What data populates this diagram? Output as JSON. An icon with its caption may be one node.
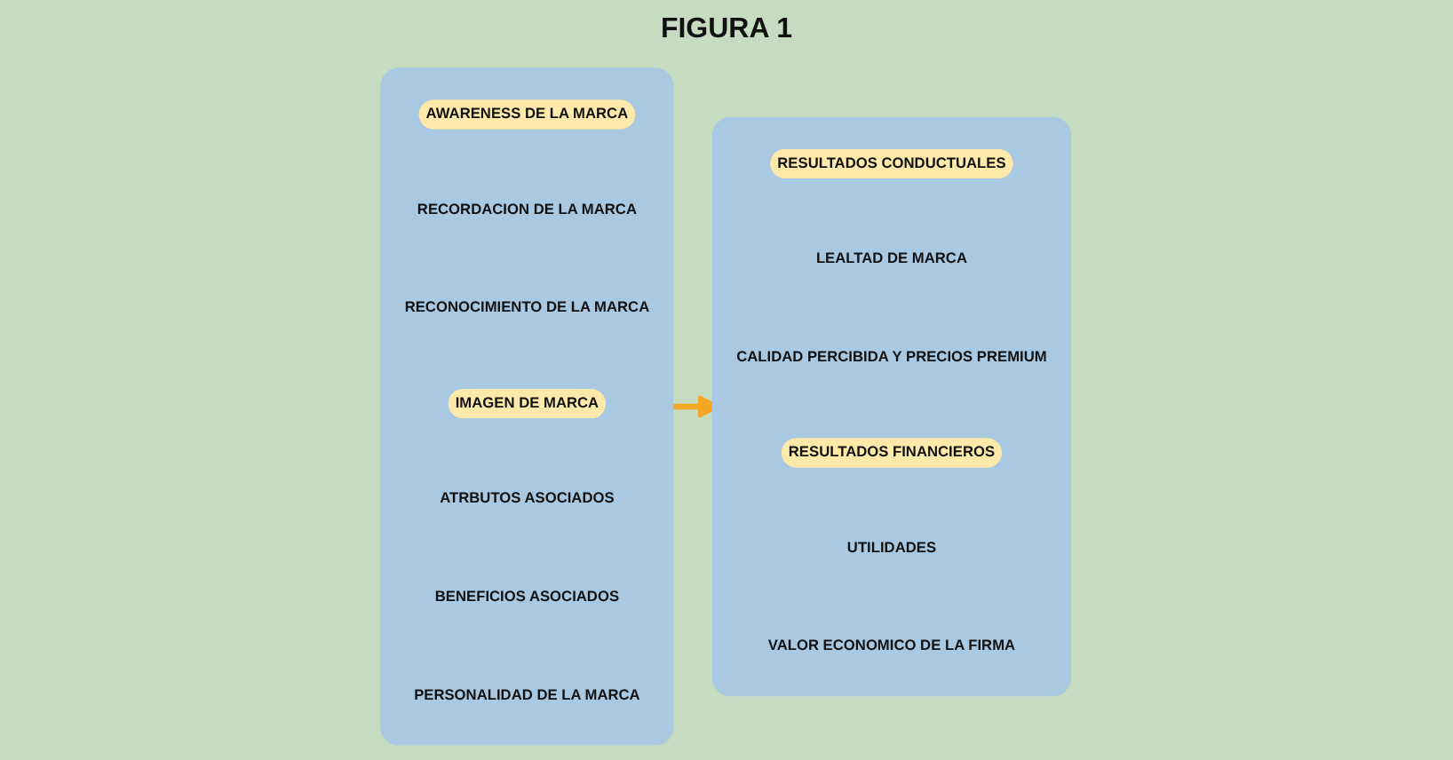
{
  "diagram": {
    "title": "FIGURA 1",
    "nodes": [
      {
        "text": [],
        "shape": "box"
      },
      {
        "text": [
          "AWARENESS DE LA MARCA"
        ],
        "in": 0
      },
      {
        "text": [
          "RECORDACION DE LA MARCA"
        ],
        "in": 0
      },
      {
        "text": [
          "RECONOCIMIENTO DE LA MARCA"
        ],
        "in": 0
      },
      {
        "text": [
          "IMAGEN DE MARCA"
        ],
        "in": 0
      },
      {
        "text": [
          "ATRBUTOS ASOCIADOS"
        ],
        "in": 0
      },
      {
        "text": [
          "BENEFICIOS ASOCIADOS"
        ],
        "in": 0
      },
      {
        "text": [
          "PERSONALIDAD DE LA MARCA"
        ],
        "in": 0
      },
      {
        "text": [],
        "shape": "box"
      },
      {
        "text": [
          "RESULTADOS CONDUCTUALES"
        ],
        "in": 8
      },
      {
        "text": [
          "LEALTAD DE MARCA"
        ],
        "in": 8
      },
      {
        "text": [
          "CALIDAD PERCIBIDA Y PRECIOS PREMIUM"
        ],
        "in": 8
      },
      {
        "text": [
          "RESULTADOS FINANCIEROS"
        ],
        "in": 8
      },
      {
        "text": [
          "UTILIDADES"
        ],
        "in": 8
      },
      {
        "text": [
          "VALOR ECONOMICO DE LA FIRMA"
        ],
        "in": 8
      }
    ],
    "edges": [
      {
        "from": 0,
        "to": 8,
        "arrow": "to"
      }
    ]
  }
}
